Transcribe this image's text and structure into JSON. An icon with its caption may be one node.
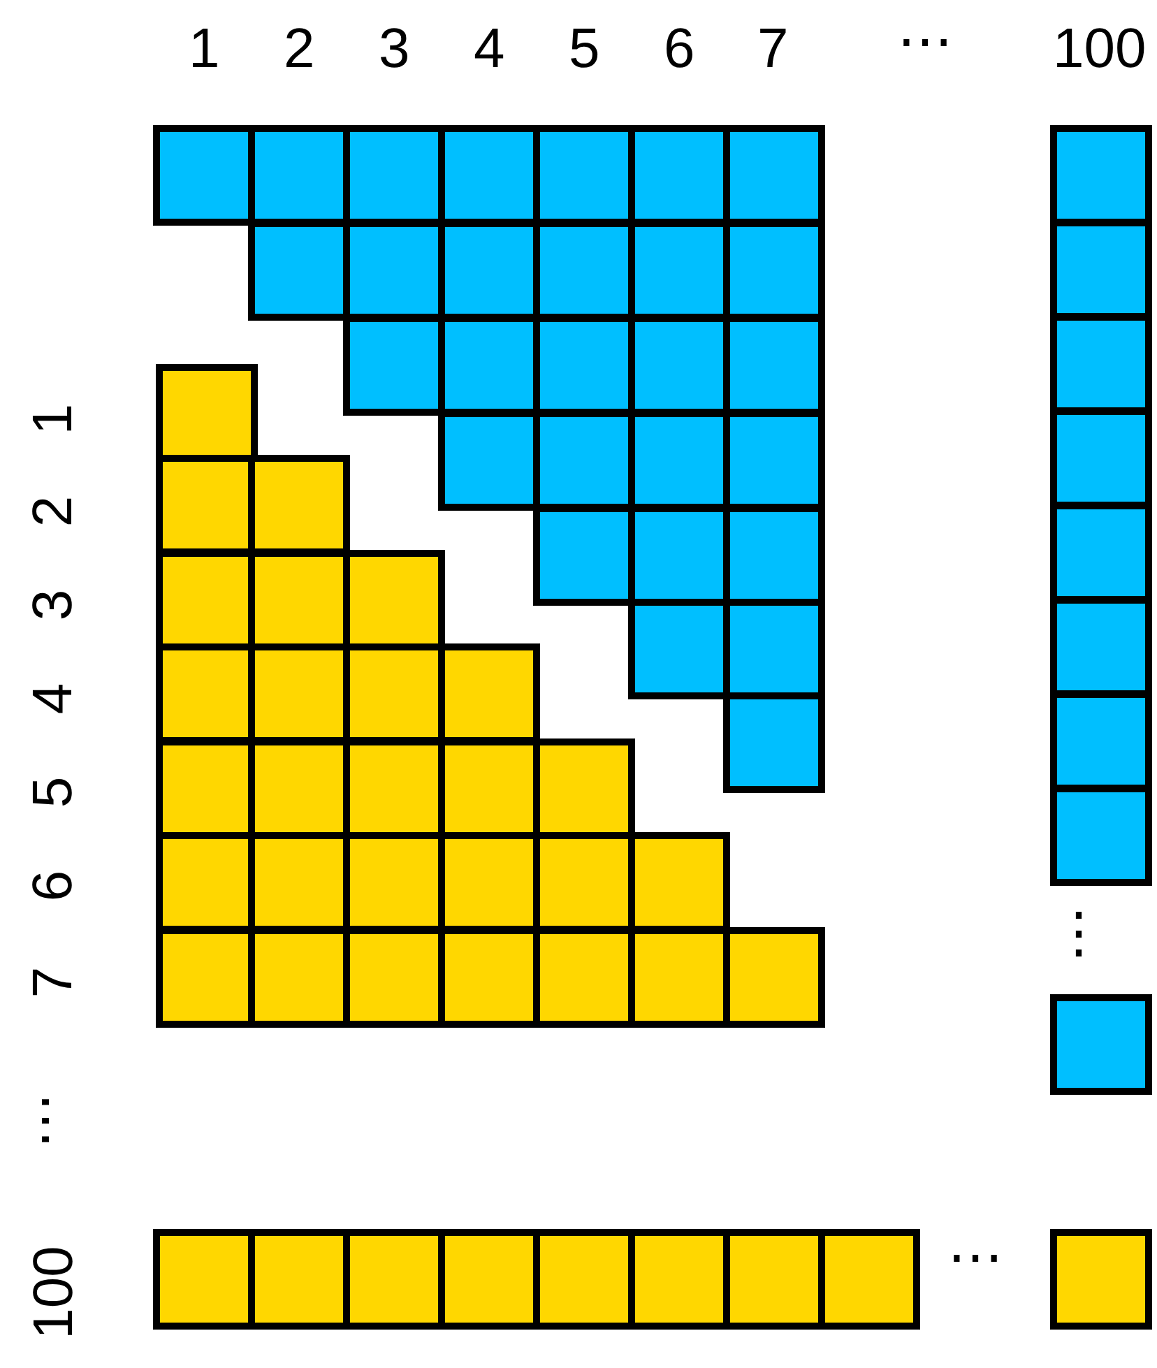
{
  "diagram": {
    "labels": [
      "1",
      "2",
      "3",
      "4",
      "5",
      "6",
      "7",
      "⋯",
      "100",
      "1",
      "2",
      "3",
      "4",
      "5",
      "6",
      "7",
      "⋯",
      "100",
      "⋮",
      "⋯"
    ]
  }
}
